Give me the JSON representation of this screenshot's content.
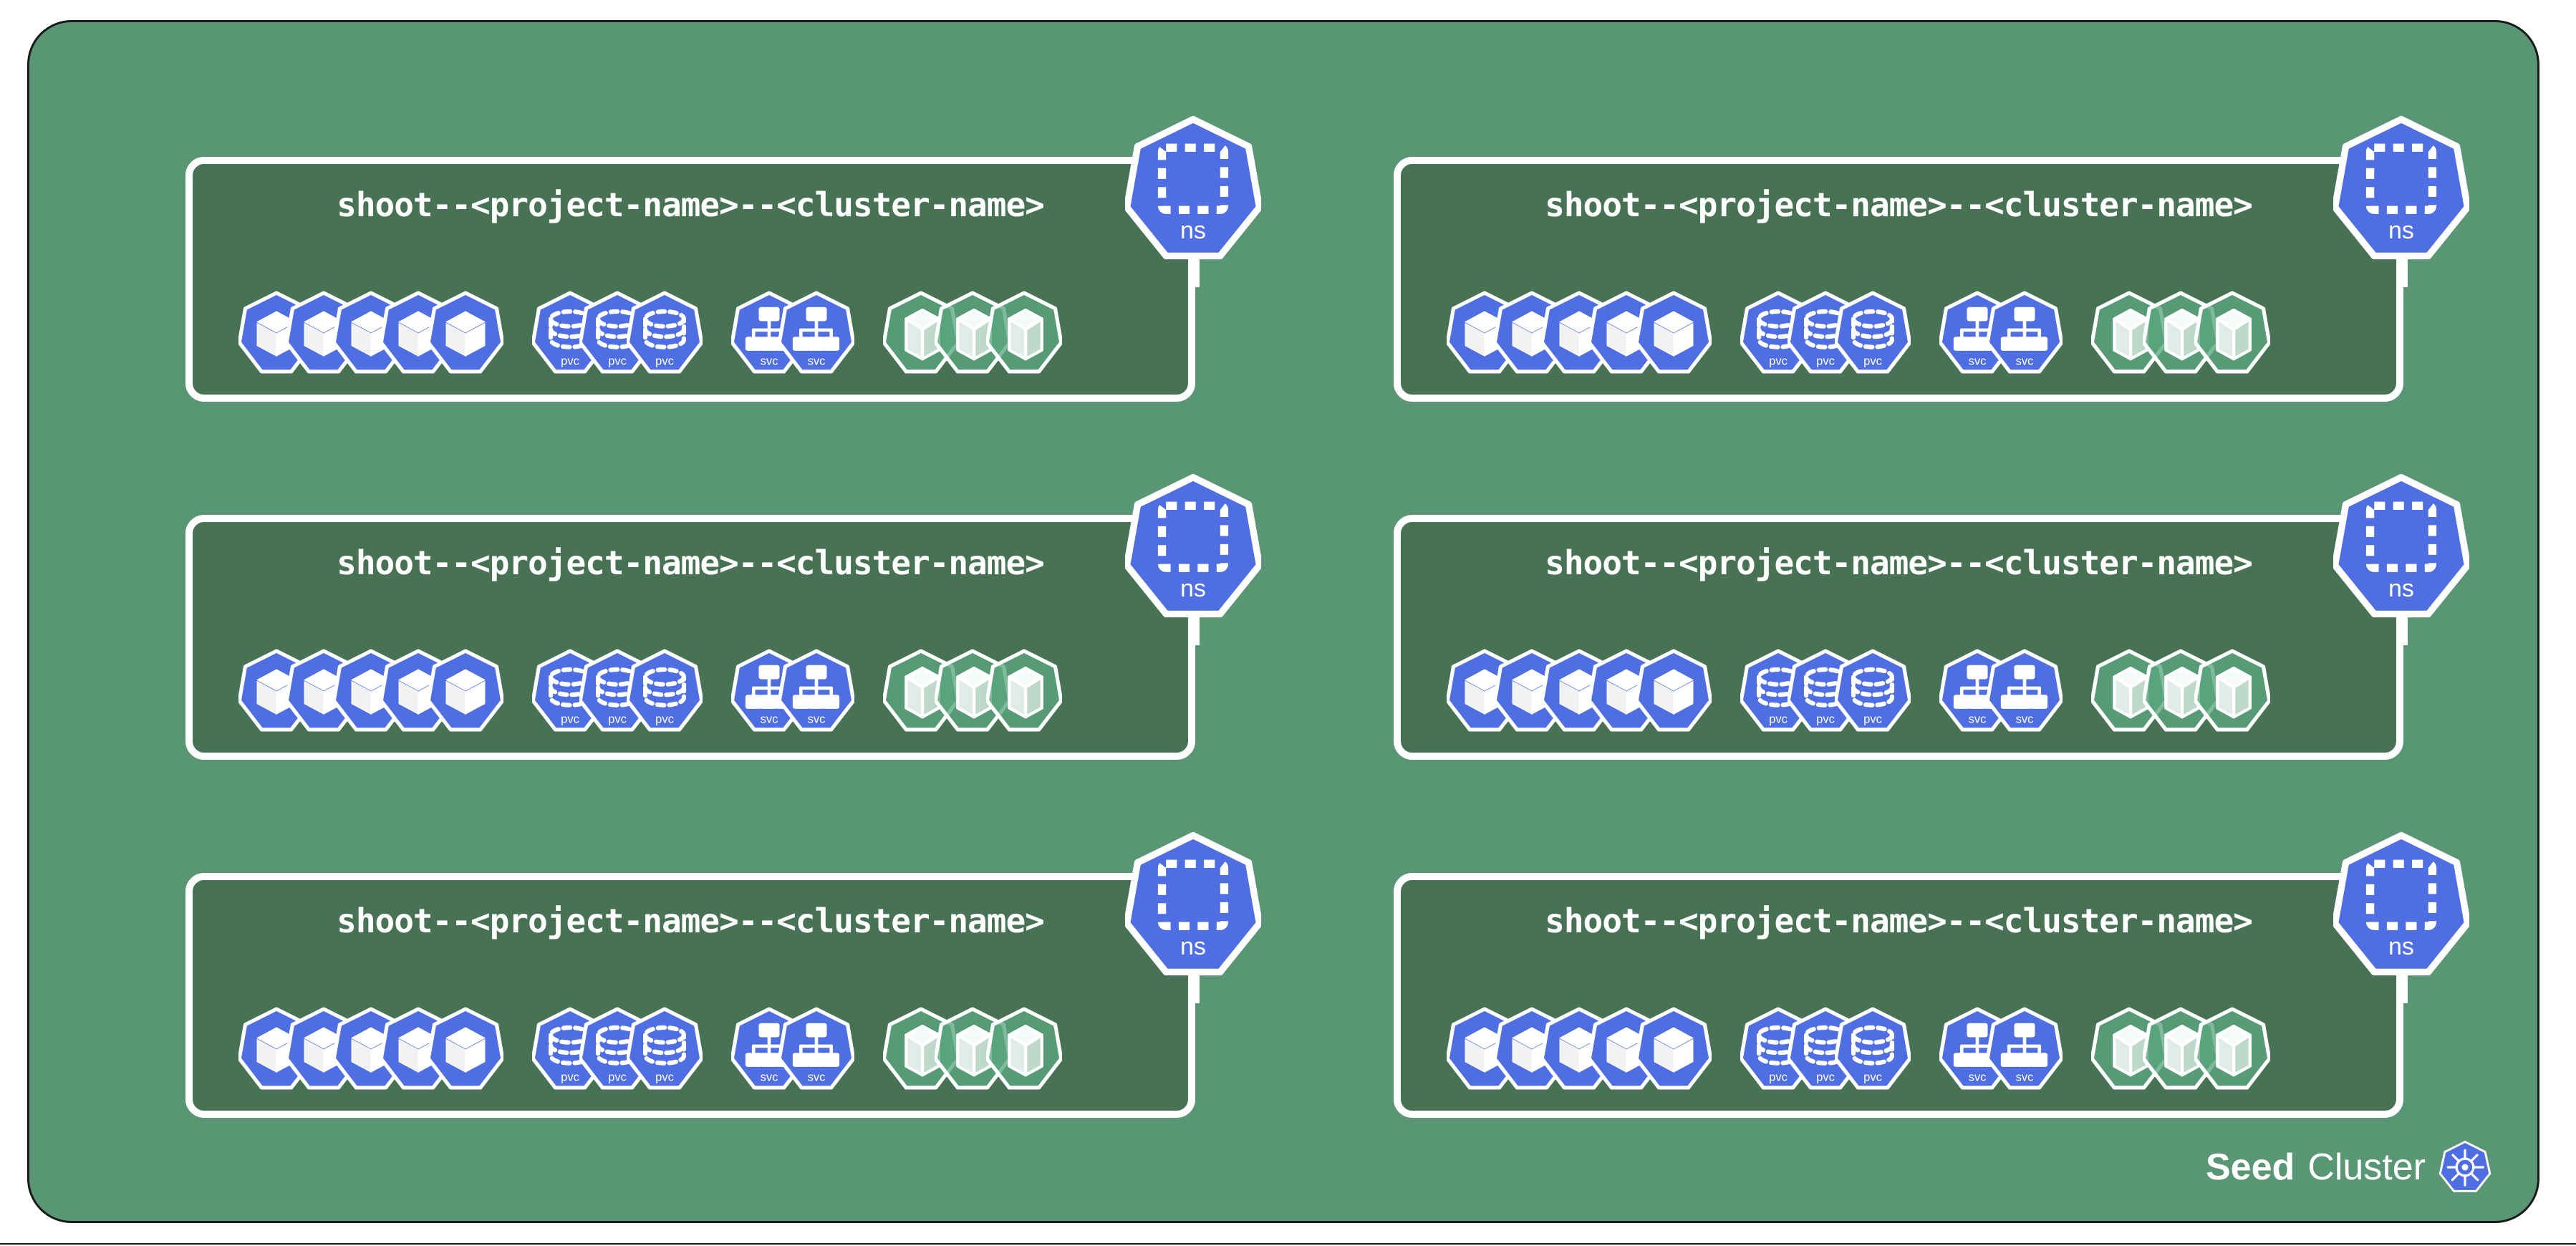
{
  "diagram": {
    "title": "Seed Cluster",
    "colors": {
      "seed_background": "#599673",
      "namespace_panel": "#477354",
      "kubernetes_blue": "#4f6ee2",
      "gardener_green": "#5ba77f",
      "panel_border": "#ffffff",
      "outline": "#1a1a1a"
    }
  },
  "footer": {
    "label_bold": "Seed",
    "label_regular": "Cluster",
    "logo_icon": "kubernetes-helm-wheel-icon"
  },
  "namespaces": [
    {
      "name": "shoot--<project-name>--<cluster-name>",
      "badge_label": "ns",
      "badge_icon": "namespace-icon",
      "resources": [
        {
          "kind": "pod",
          "icon": "pod-icon",
          "label": "",
          "count": 5,
          "color": "#4f6ee2"
        },
        {
          "kind": "persistentvolumeclaim",
          "icon": "pvc-icon",
          "label": "pvc",
          "count": 3,
          "color": "#4f6ee2"
        },
        {
          "kind": "service",
          "icon": "svc-icon",
          "label": "svc",
          "count": 2,
          "color": "#4f6ee2"
        },
        {
          "kind": "shoot",
          "icon": "gardener-shoot-icon",
          "label": "",
          "count": 3,
          "color": "#5ba77f"
        }
      ]
    },
    {
      "name": "shoot--<project-name>--<cluster-name>",
      "badge_label": "ns",
      "badge_icon": "namespace-icon",
      "resources": [
        {
          "kind": "pod",
          "icon": "pod-icon",
          "label": "",
          "count": 5,
          "color": "#4f6ee2"
        },
        {
          "kind": "persistentvolumeclaim",
          "icon": "pvc-icon",
          "label": "pvc",
          "count": 3,
          "color": "#4f6ee2"
        },
        {
          "kind": "service",
          "icon": "svc-icon",
          "label": "svc",
          "count": 2,
          "color": "#4f6ee2"
        },
        {
          "kind": "shoot",
          "icon": "gardener-shoot-icon",
          "label": "",
          "count": 3,
          "color": "#5ba77f"
        }
      ]
    },
    {
      "name": "shoot--<project-name>--<cluster-name>",
      "badge_label": "ns",
      "badge_icon": "namespace-icon",
      "resources": [
        {
          "kind": "pod",
          "icon": "pod-icon",
          "label": "",
          "count": 5,
          "color": "#4f6ee2"
        },
        {
          "kind": "persistentvolumeclaim",
          "icon": "pvc-icon",
          "label": "pvc",
          "count": 3,
          "color": "#4f6ee2"
        },
        {
          "kind": "service",
          "icon": "svc-icon",
          "label": "svc",
          "count": 2,
          "color": "#4f6ee2"
        },
        {
          "kind": "shoot",
          "icon": "gardener-shoot-icon",
          "label": "",
          "count": 3,
          "color": "#5ba77f"
        }
      ]
    },
    {
      "name": "shoot--<project-name>--<cluster-name>",
      "badge_label": "ns",
      "badge_icon": "namespace-icon",
      "resources": [
        {
          "kind": "pod",
          "icon": "pod-icon",
          "label": "",
          "count": 5,
          "color": "#4f6ee2"
        },
        {
          "kind": "persistentvolumeclaim",
          "icon": "pvc-icon",
          "label": "pvc",
          "count": 3,
          "color": "#4f6ee2"
        },
        {
          "kind": "service",
          "icon": "svc-icon",
          "label": "svc",
          "count": 2,
          "color": "#4f6ee2"
        },
        {
          "kind": "shoot",
          "icon": "gardener-shoot-icon",
          "label": "",
          "count": 3,
          "color": "#5ba77f"
        }
      ]
    },
    {
      "name": "shoot--<project-name>--<cluster-name>",
      "badge_label": "ns",
      "badge_icon": "namespace-icon",
      "resources": [
        {
          "kind": "pod",
          "icon": "pod-icon",
          "label": "",
          "count": 5,
          "color": "#4f6ee2"
        },
        {
          "kind": "persistentvolumeclaim",
          "icon": "pvc-icon",
          "label": "pvc",
          "count": 3,
          "color": "#4f6ee2"
        },
        {
          "kind": "service",
          "icon": "svc-icon",
          "label": "svc",
          "count": 2,
          "color": "#4f6ee2"
        },
        {
          "kind": "shoot",
          "icon": "gardener-shoot-icon",
          "label": "",
          "count": 3,
          "color": "#5ba77f"
        }
      ]
    },
    {
      "name": "shoot--<project-name>--<cluster-name>",
      "badge_label": "ns",
      "badge_icon": "namespace-icon",
      "resources": [
        {
          "kind": "pod",
          "icon": "pod-icon",
          "label": "",
          "count": 5,
          "color": "#4f6ee2"
        },
        {
          "kind": "persistentvolumeclaim",
          "icon": "pvc-icon",
          "label": "pvc",
          "count": 3,
          "color": "#4f6ee2"
        },
        {
          "kind": "service",
          "icon": "svc-icon",
          "label": "svc",
          "count": 2,
          "color": "#4f6ee2"
        },
        {
          "kind": "shoot",
          "icon": "gardener-shoot-icon",
          "label": "",
          "count": 3,
          "color": "#5ba77f"
        }
      ]
    }
  ]
}
